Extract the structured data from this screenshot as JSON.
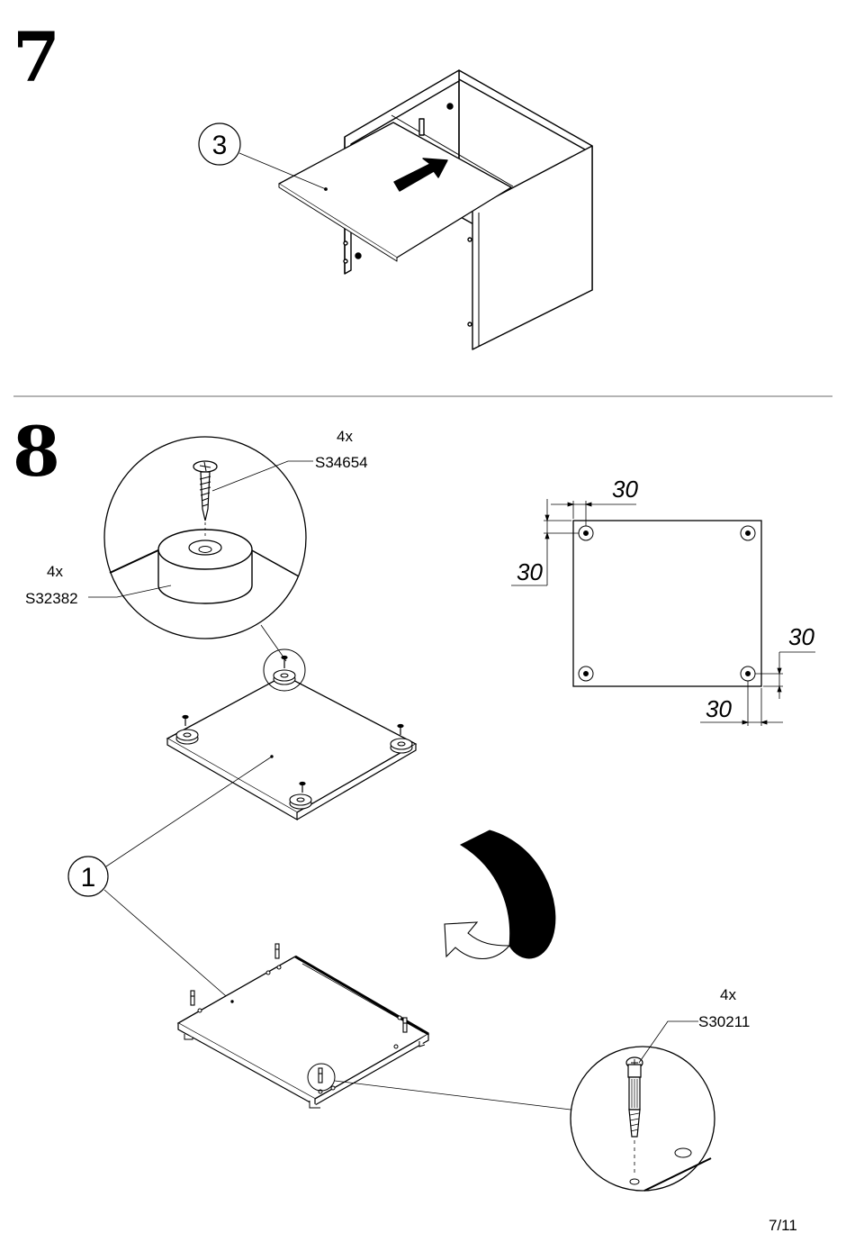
{
  "steps": [
    {
      "number": "7",
      "callout_part": "3"
    },
    {
      "number": "8",
      "screw": {
        "qty": "4x",
        "code": "S34654"
      },
      "foot": {
        "qty": "4x",
        "code": "S32382"
      },
      "dowel": {
        "qty": "4x",
        "code": "S30211"
      },
      "callout_part": "1",
      "dimensions": [
        "30",
        "30",
        "30",
        "30"
      ]
    }
  ],
  "page_number": "7/11"
}
